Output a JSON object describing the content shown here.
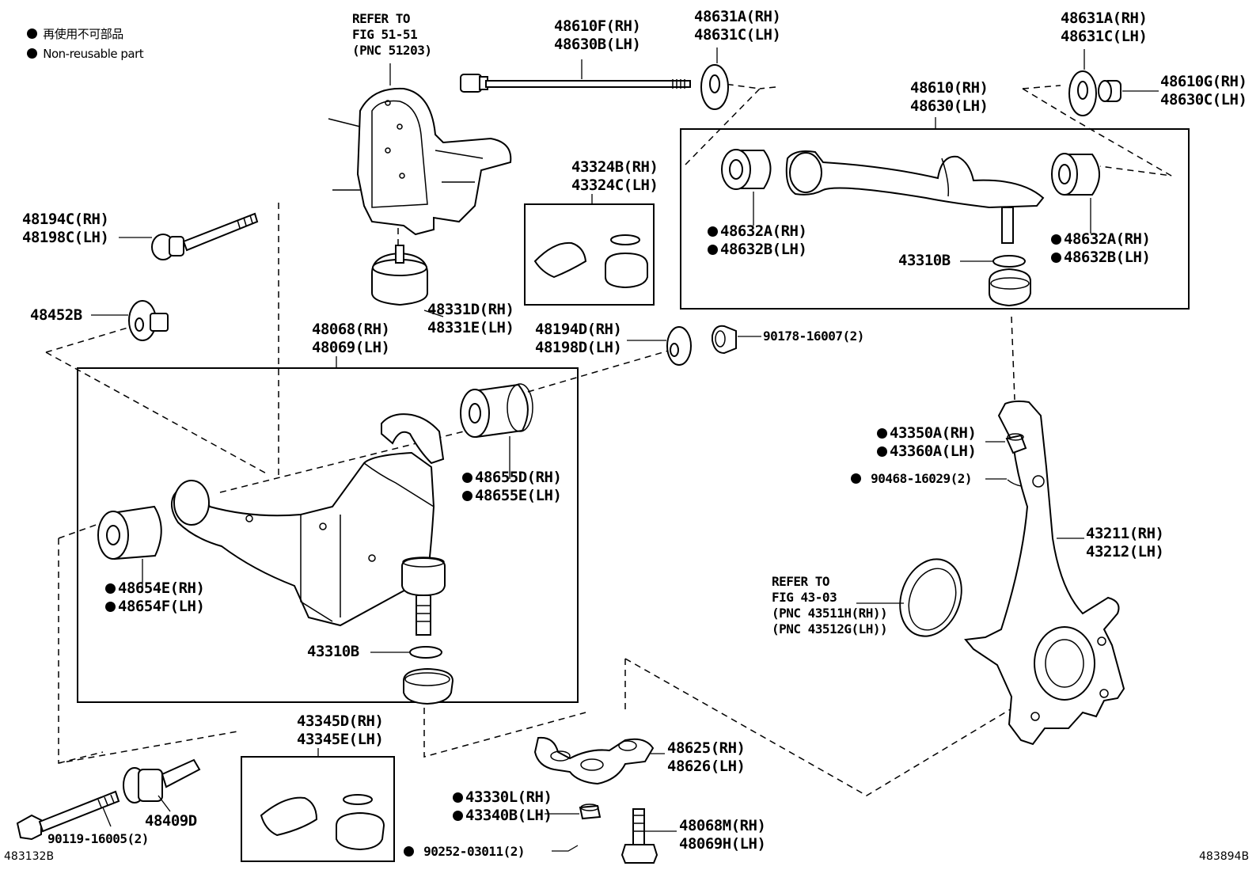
{
  "legend": [
    {
      "text": "再使用不可部品"
    },
    {
      "text": "Non-reusable part"
    }
  ],
  "labels": {
    "refer_5151": [
      "REFER TO",
      "FIG 51-51",
      "(PNC 51203)"
    ],
    "bolt_48610F": [
      "48610F(RH)",
      "48630B(LH)"
    ],
    "washer_48631A_left": [
      "48631A(RH)",
      "48631C(LH)"
    ],
    "washer_48631A_right": [
      "48631A(RH)",
      "48631C(LH)"
    ],
    "upper_arm": [
      "48610(RH)",
      "48630(LH)"
    ],
    "nut_48610G": [
      "48610G(RH)",
      "48630C(LH)"
    ],
    "bolt_48194C": [
      "48194C(RH)",
      "48198C(LH)"
    ],
    "cam_48452B": [
      "48452B"
    ],
    "kit_43324B": [
      "43324B(RH)",
      "43324C(LH)"
    ],
    "bush_48632A_left": [
      "48632A(RH)",
      "48632B(LH)"
    ],
    "bush_48632A_right": [
      "48632A(RH)",
      "48632B(LH)"
    ],
    "ring_43310B_upper": [
      "43310B"
    ],
    "stopper_48331D": [
      "48331D(RH)",
      "48331E(LH)"
    ],
    "lower_arm": [
      "48068(RH)",
      "48069(LH)"
    ],
    "cam_48194D": [
      "48194D(RH)",
      "48198D(LH)"
    ],
    "nut_90178": [
      "90178-16007(2)"
    ],
    "bush_48655D": [
      "48655D(RH)",
      "48655E(LH)"
    ],
    "nut_43350A": [
      "43350A(RH)",
      "43360A(LH)"
    ],
    "pin_90468": [
      "90468-16029(2)"
    ],
    "knuckle": [
      "43211(RH)",
      "43212(LH)"
    ],
    "bush_48654E": [
      "48654E(RH)",
      "48654F(LH)"
    ],
    "refer_4303": [
      "REFER TO",
      "FIG 43-03",
      "(PNC 43511H(RH))",
      "(PNC 43512G(LH))"
    ],
    "ring_43310B_lower": [
      "43310B"
    ],
    "kit_43345D": [
      "43345D(RH)",
      "43345E(LH)"
    ],
    "bracket_48625": [
      "48625(RH)",
      "48626(LH)"
    ],
    "nut_43330L": [
      "43330L(RH)",
      "43340B(LH)"
    ],
    "bolt_48068M": [
      "48068M(RH)",
      "48069H(LH)"
    ],
    "pin_90252": [
      "90252-03011(2)"
    ],
    "bolt_90119": [
      "90119-16005(2)"
    ],
    "bolt_48409D": [
      "48409D"
    ]
  },
  "codes": {
    "left": "483132B",
    "right": "483894B"
  }
}
